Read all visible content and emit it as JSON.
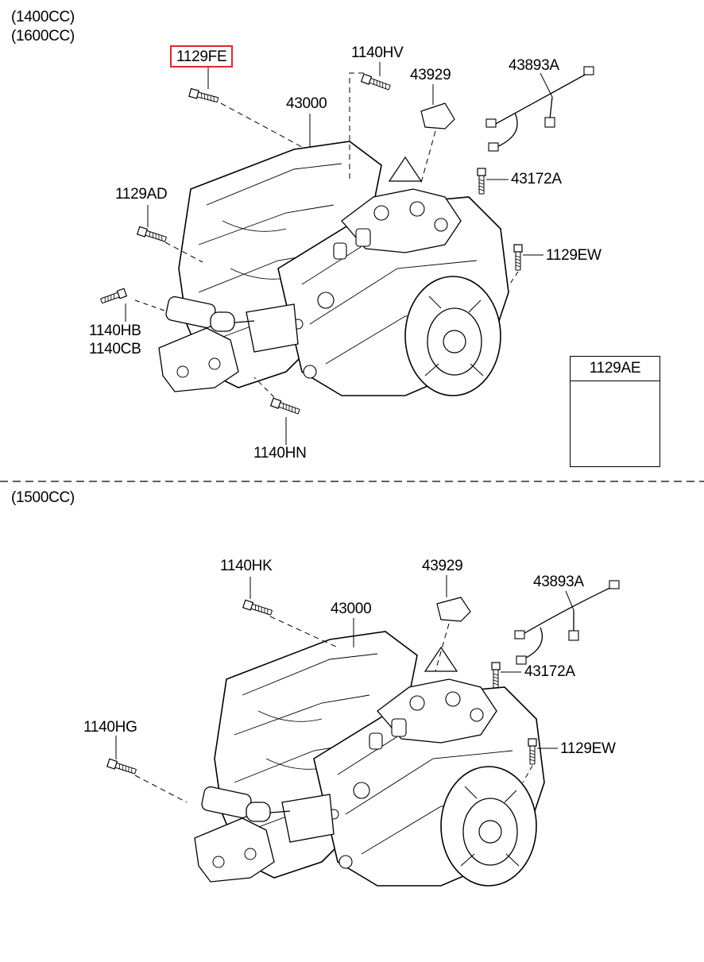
{
  "sections": [
    {
      "variants": [
        "(1400CC)",
        "(1600CC)"
      ],
      "labels": {
        "p1129FE": "1129FE",
        "p1140HV": "1140HV",
        "p43929": "43929",
        "p43893A": "43893A",
        "p43000": "43000",
        "p43172A": "43172A",
        "p1129AD": "1129AD",
        "p1129EW": "1129EW",
        "p1140HB": "1140HB",
        "p1140CB": "1140CB",
        "p1140HN": "1140HN"
      },
      "inset": {
        "label": "1129AE"
      },
      "highlighted": "1129FE"
    },
    {
      "variants": [
        "(1500CC)"
      ],
      "labels": {
        "p1140HK": "1140HK",
        "p43929": "43929",
        "p43893A": "43893A",
        "p43000": "43000",
        "p43172A": "43172A",
        "p1140HG": "1140HG",
        "p1129EW": "1129EW"
      }
    }
  ],
  "colors": {
    "highlight": "#e3262b",
    "line": "#000000"
  }
}
